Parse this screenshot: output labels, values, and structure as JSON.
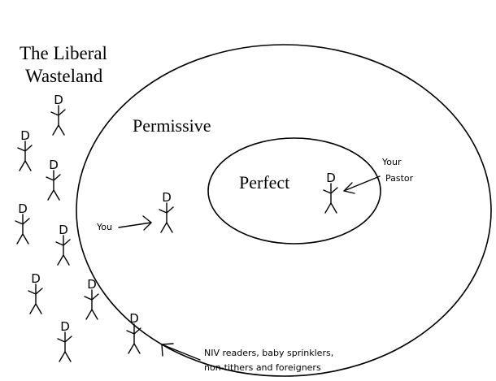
{
  "labels": {
    "outside_title_line1": "The Liberal",
    "outside_title_line2": "Wasteland",
    "outer_ring": "Permissive",
    "inner_ring": "Perfect",
    "pastor_line1": "Your",
    "pastor_line2": "Pastor",
    "you": "You",
    "outsiders_line1": "NIV readers, baby sprinklers,",
    "outsiders_line2": "non-tithers and foreigners"
  },
  "figures": {
    "glyph": "D",
    "icon": "stick-figure-icon"
  },
  "colors": {
    "ink": "#000000",
    "background": "#ffffff"
  }
}
